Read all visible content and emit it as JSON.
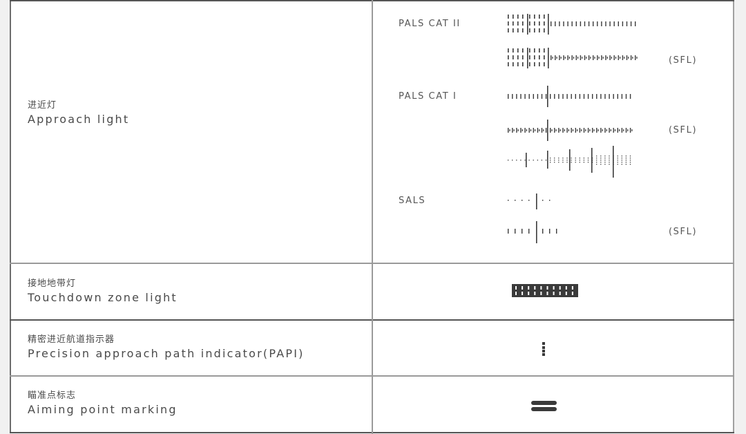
{
  "table": {
    "rows": [
      {
        "label_zh": "进近灯",
        "label_en": "Approach light",
        "symbols": {
          "categories": [
            {
              "name": "PALS CAT II",
              "variants": [
                "standard",
                "SFL"
              ]
            },
            {
              "name": "PALS CAT I",
              "variants": [
                "standard",
                "SFL",
                "alternate"
              ]
            },
            {
              "name": "SALS",
              "variants": [
                "standard",
                "SFL"
              ]
            }
          ],
          "sfl_label": "(SFL)"
        }
      },
      {
        "label_zh": "接地地带灯",
        "label_en": "Touchdown zone light",
        "symbol": "touchdown-zone-light-symbol"
      },
      {
        "label_zh": "精密进近航道指示器",
        "label_en": "Precision approach path indicator(PAPI)",
        "symbol": "papi-symbol"
      },
      {
        "label_zh": "瞄准点标志",
        "label_en": "Aiming point marking",
        "symbol": "aiming-point-symbol"
      }
    ]
  },
  "labels": {
    "pals_cat2": "PALS CAT II",
    "pals_cat1": "PALS CAT I",
    "sals": "SALS",
    "sfl": "(SFL)"
  },
  "colors": {
    "ink": "#3a3a3a",
    "border_dark": "#555555",
    "border_light": "#9a9a9a",
    "margin": "#f1f1f1"
  }
}
